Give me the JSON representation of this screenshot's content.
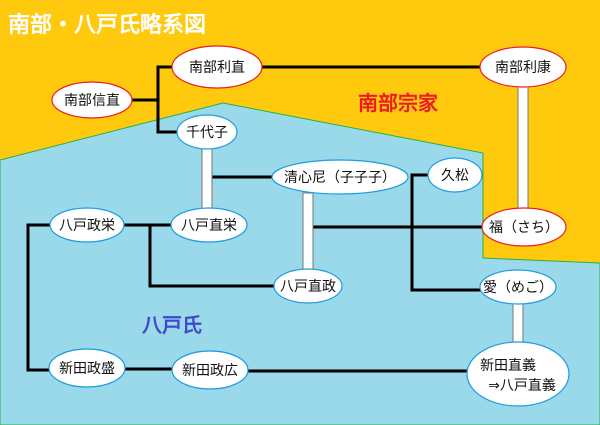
{
  "title": "南部・八戸氏略系図",
  "regions": {
    "nanbu": {
      "label": "南部宗家",
      "color": "#ED1C24",
      "bg": "#FFC90E"
    },
    "hachinohe": {
      "label": "八戸氏",
      "color": "#3F48CC",
      "bg": "#99D9EA"
    }
  },
  "nodes": [
    {
      "id": "nanbu-nobunao",
      "label": "南部信直",
      "family": "nanbu"
    },
    {
      "id": "nanbu-toshinao",
      "label": "南部利直",
      "family": "nanbu"
    },
    {
      "id": "nanbu-toshiyasu",
      "label": "南部利康",
      "family": "nanbu"
    },
    {
      "id": "chiyoko",
      "label": "千代子",
      "family": "hachinohe"
    },
    {
      "id": "seishinni",
      "label": "清心尼（子子子）",
      "family": "hachinohe"
    },
    {
      "id": "hisamatsu",
      "label": "久松",
      "family": "hachinohe"
    },
    {
      "id": "hachinohe-masahide",
      "label": "八戸政栄",
      "family": "hachinohe"
    },
    {
      "id": "hachinohe-naohide",
      "label": "八戸直栄",
      "family": "hachinohe"
    },
    {
      "id": "fuku",
      "label": "福（さち）",
      "family": "nanbu"
    },
    {
      "id": "hachinohe-naomasa",
      "label": "八戸直政",
      "family": "hachinohe"
    },
    {
      "id": "ai",
      "label": "愛（めご）",
      "family": "hachinohe"
    },
    {
      "id": "nitta-masamori",
      "label": "新田政盛",
      "family": "hachinohe"
    },
    {
      "id": "nitta-masahiro",
      "label": "新田政広",
      "family": "hachinohe"
    },
    {
      "id": "nitta-naoyoshi",
      "label": "新田直義",
      "label2": "⇒八戸直義",
      "family": "hachinohe"
    }
  ]
}
